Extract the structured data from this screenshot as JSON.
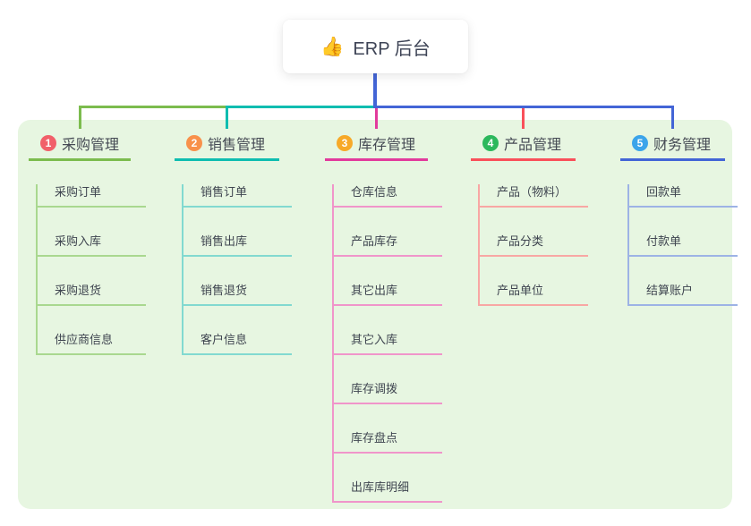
{
  "root_node": {
    "emoji": "👍",
    "label": "ERP 后台"
  },
  "branches": [
    {
      "badge": "1",
      "label": "采购管理",
      "color": "#7cbc4e",
      "line_light": "#a9d88f",
      "badge_color": "#f1606a",
      "children": [
        "采购订单",
        "采购入库",
        "采购退货",
        "供应商信息"
      ]
    },
    {
      "badge": "2",
      "label": "销售管理",
      "color": "#0ebdb0",
      "line_light": "#82d9d0",
      "badge_color": "#f8914b",
      "children": [
        "销售订单",
        "销售出库",
        "销售退货",
        "客户信息"
      ]
    },
    {
      "badge": "3",
      "label": "库存管理",
      "color": "#e23a9c",
      "line_light": "#f095ca",
      "badge_color": "#f7a928",
      "children": [
        "仓库信息",
        "产品库存",
        "其它出库",
        "其它入库",
        "库存调拨",
        "库存盘点",
        "出库库明细"
      ]
    },
    {
      "badge": "4",
      "label": "产品管理",
      "color": "#f9505a",
      "line_light": "#f8a7a4",
      "badge_color": "#2cb85c",
      "children": [
        "产品（物料）",
        "产品分类",
        "产品单位"
      ]
    },
    {
      "badge": "5",
      "label": "财务管理",
      "color": "#4365d6",
      "line_light": "#9db3e5",
      "badge_color": "#3ba4ea",
      "children": [
        "回款单",
        "付款单",
        "结算账户"
      ]
    }
  ],
  "colors": {
    "canvas_bg": "#ffffff",
    "panel_bg": "#e7f6e1",
    "root_connector": "#4365d6",
    "header_text": "#454a54",
    "child_text": "#3f4550"
  }
}
